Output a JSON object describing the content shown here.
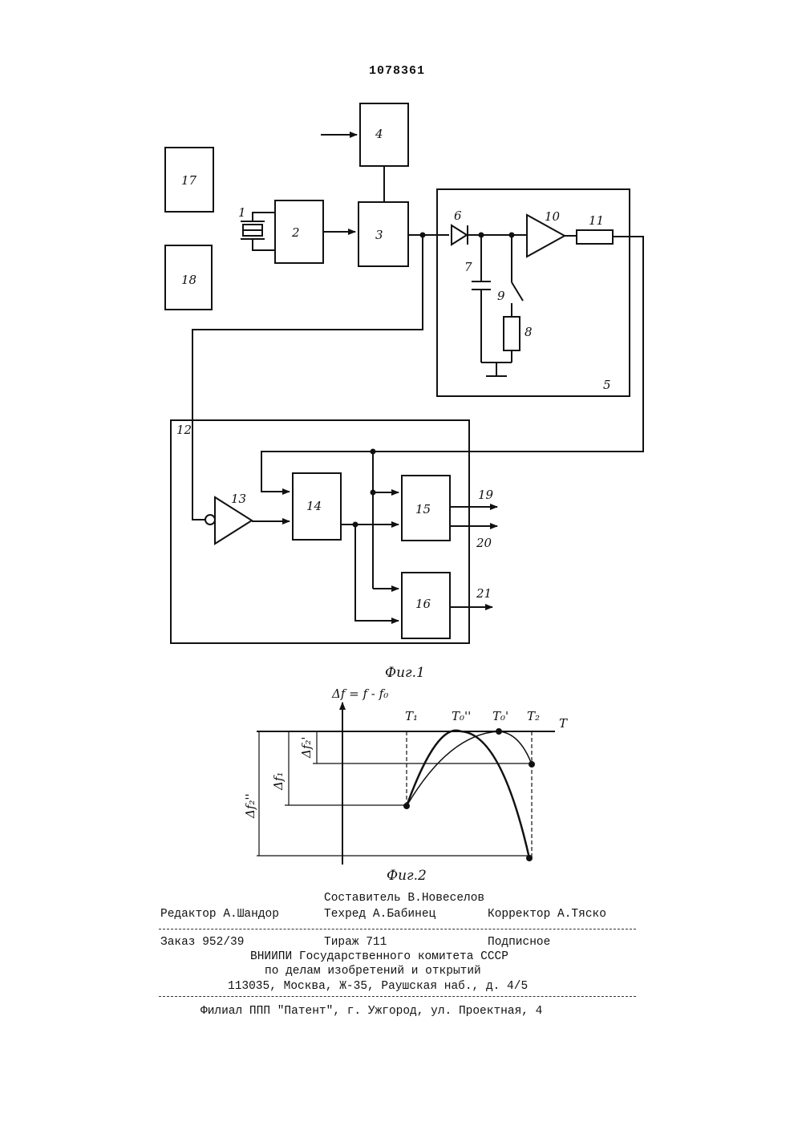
{
  "patent_number": "1078361",
  "figure1": {
    "caption": "Фиг.1",
    "labels": {
      "b1": "1",
      "b2": "2",
      "b3": "3",
      "b4": "4",
      "b5": "5",
      "b6": "6",
      "b7": "7",
      "b8": "8",
      "b9": "9",
      "b10": "10",
      "b11": "11",
      "b12": "12",
      "b13": "13",
      "b14": "14",
      "b15": "15",
      "b16": "16",
      "b17": "17",
      "b18": "18",
      "o19": "19",
      "o20": "20",
      "o21": "21"
    }
  },
  "figure2": {
    "caption": "Фиг.2",
    "y_axis_label": "Δf = f - f₀",
    "x_axis_label": "T",
    "t1": "T₁",
    "t0pp": "T₀''",
    "t0p": "T₀'",
    "t2": "T₂",
    "df1": "Δf₁",
    "df2p": "Δf₂'",
    "df2pp": "Δf₂''"
  },
  "imprint": {
    "compiler": "Составитель В.Новеселов",
    "editor": "Редактор А.Шандор",
    "techred": "Техред А.Бабинец",
    "corrector": "Корректор А.Тяско",
    "order": "Заказ 952/39",
    "print_run": "Тираж 711",
    "subscription": "Подписное",
    "org1": "ВНИИПИ Государственного комитета СССР",
    "org2": "по делам изобретений и открытий",
    "address": "113035, Москва, Ж-35, Раушская наб., д. 4/5",
    "branch": "Филиал ППП \"Патент\", г. Ужгород, ул. Проектная, 4"
  }
}
